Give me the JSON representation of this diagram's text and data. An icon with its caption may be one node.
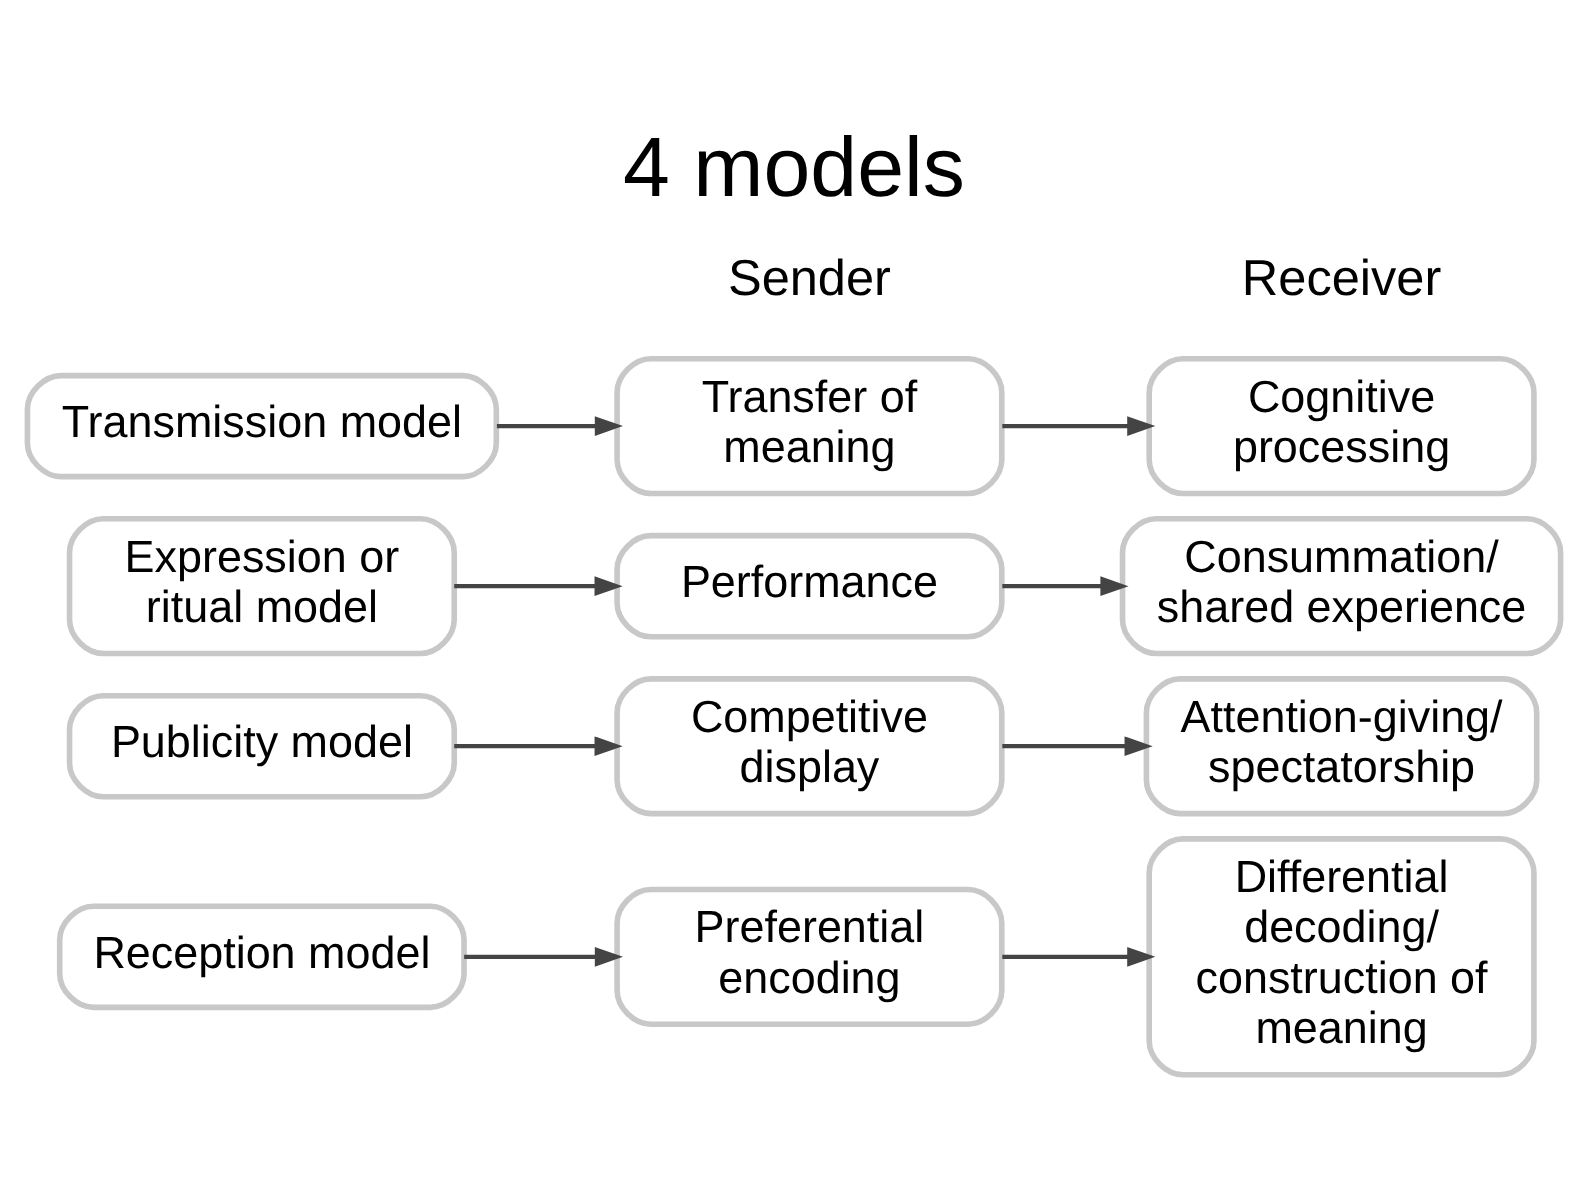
{
  "diagram": {
    "title": "4 models",
    "nodes": [
      {
        "text": [
          "Transmission model"
        ]
      },
      {
        "text": [
          "Transfer of meaning"
        ]
      },
      {
        "text": [
          "Cognitive processing"
        ]
      },
      {
        "text": [
          "Expression or ritual model"
        ]
      },
      {
        "text": [
          "Performance"
        ]
      },
      {
        "text": [
          "Consummation/ shared experience"
        ]
      },
      {
        "text": [
          "Publicity model"
        ]
      },
      {
        "text": [
          "Competitive display"
        ]
      },
      {
        "text": [
          "Attention-giving/ spectatorship"
        ]
      },
      {
        "text": [
          "Reception model"
        ]
      },
      {
        "text": [
          "Preferential encoding"
        ]
      },
      {
        "text": [
          "Differential decoding/ construction of meaning"
        ]
      }
    ],
    "edges": [
      {
        "from": 0,
        "to": 1,
        "arrow": "to"
      },
      {
        "from": 1,
        "to": 2,
        "arrow": "to"
      },
      {
        "from": 3,
        "to": 4,
        "arrow": "to"
      },
      {
        "from": 4,
        "to": 5,
        "arrow": "to"
      },
      {
        "from": 6,
        "to": 7,
        "arrow": "to"
      },
      {
        "from": 7,
        "to": 8,
        "arrow": "to"
      },
      {
        "from": 9,
        "to": 10,
        "arrow": "to"
      },
      {
        "from": 10,
        "to": 11,
        "arrow": "to"
      }
    ],
    "labels": [
      "Sender",
      "Receiver"
    ]
  }
}
